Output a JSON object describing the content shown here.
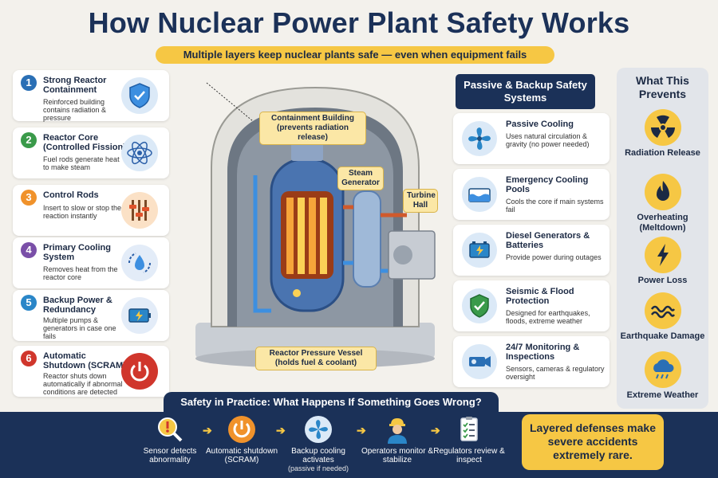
{
  "title": "How Nuclear Power Plant Safety Works",
  "subtitle": "Multiple layers  keep nuclear plants safe — even when equipment fails",
  "left_items": [
    {
      "num": "1",
      "title": "Strong Reactor Containment",
      "desc": "Reinforced building contains radiation & pressure",
      "color": "#2a6fb5",
      "icon": "shield-check-icon"
    },
    {
      "num": "2",
      "title": "Reactor Core (Controlled Fission)",
      "desc": "Fuel rods generate heat to make steam",
      "color": "#3a9a4a",
      "icon": "atom-icon"
    },
    {
      "num": "3",
      "title": "Control Rods",
      "desc": "Insert to slow or stop the reaction instantly",
      "color": "#f0922b",
      "icon": "control-rods-icon"
    },
    {
      "num": "4",
      "title": "Primary Cooling System",
      "desc": "Removes heat from the reactor core",
      "color": "#7a4fa8",
      "icon": "water-drop-cycle-icon"
    },
    {
      "num": "5",
      "title": "Backup Power & Redundancy",
      "desc": "Multiple pumps & generators in case one fails",
      "color": "#2a86c8",
      "icon": "battery-icon"
    },
    {
      "num": "6",
      "title": "Automatic Shutdown (SCRAM)",
      "desc": "Reactor shuts down automatically if abnormal conditions are detected",
      "color": "#d0362c",
      "icon": "power-button-icon"
    }
  ],
  "callouts": {
    "containment": "Containment Building (prevents radiation release)",
    "steam": "Steam Generator",
    "turbine": "Turbine Hall",
    "vessel": "Reactor Pressure Vessel (holds fuel & coolant)"
  },
  "right_header": "Passive & Backup Safety Systems",
  "right_items": [
    {
      "title": "Passive Cooling",
      "desc": "Uses natural circulation & gravity (no power needed)",
      "icon": "fan-icon"
    },
    {
      "title": "Emergency Cooling Pools",
      "desc": "Cools the core if main systems fail",
      "icon": "pool-icon"
    },
    {
      "title": "Diesel Generators & Batteries",
      "desc": "Provide power during outages",
      "icon": "battery-bolt-icon"
    },
    {
      "title": "Seismic & Flood Protection",
      "desc": "Designed for earthquakes, floods, extreme weather",
      "icon": "shield-check-icon"
    },
    {
      "title": "24/7 Monitoring & Inspections",
      "desc": "Sensors, cameras & regulatory oversight",
      "icon": "camera-icon"
    }
  ],
  "prevents_title": "What This Prevents",
  "prevents": [
    {
      "label": "Radiation Release",
      "icon": "radiation-icon"
    },
    {
      "label": "Overheating (Meltdown)",
      "icon": "flame-icon"
    },
    {
      "label": "Power Loss",
      "icon": "lightning-icon"
    },
    {
      "label": "Earthquake Damage",
      "icon": "seismic-wave-icon"
    },
    {
      "label": "Extreme Weather",
      "icon": "storm-cloud-icon"
    }
  ],
  "bottom_title": "Safety in Practice: What Happens If Something Goes Wrong?",
  "steps": [
    {
      "label": "Sensor detects abnormality",
      "sub": "",
      "icon": "magnifier-alert-icon"
    },
    {
      "label": "Automatic shutdown (SCRAM)",
      "sub": "",
      "icon": "power-button-icon"
    },
    {
      "label": "Backup cooling activates",
      "sub": "(passive if needed)",
      "icon": "fan-icon"
    },
    {
      "label": "Operators monitor & stabilize",
      "sub": "",
      "icon": "operator-icon"
    },
    {
      "label": "Regulators review & inspect",
      "sub": "",
      "icon": "clipboard-icon"
    }
  ],
  "conclusion": "Layered defenses make severe accidents extremely rare."
}
